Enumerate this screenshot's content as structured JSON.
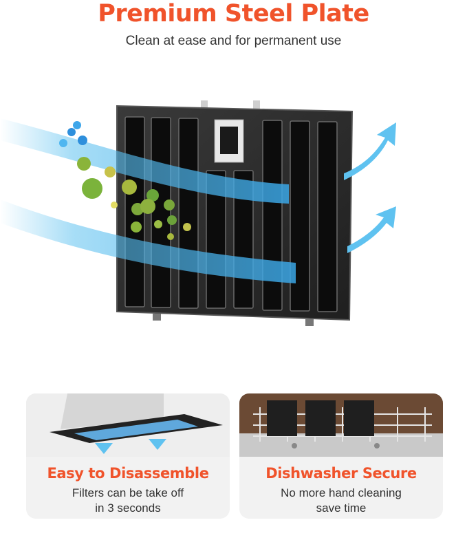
{
  "heading": {
    "title": "Premium Steel Plate",
    "subtitle": "Clean at ease and for permanent use"
  },
  "colors": {
    "accent": "#f0532b",
    "airflow": "#5fc2f0",
    "plate": "#2b2b2b",
    "card_bg": "#f2f2f2"
  },
  "features": [
    {
      "title": "Easy to Disassemble",
      "line1": "Filters can be take off",
      "line2": "in 3 seconds"
    },
    {
      "title": "Dishwasher Secure",
      "line1": "No more hand cleaning",
      "line2": "save time"
    }
  ]
}
